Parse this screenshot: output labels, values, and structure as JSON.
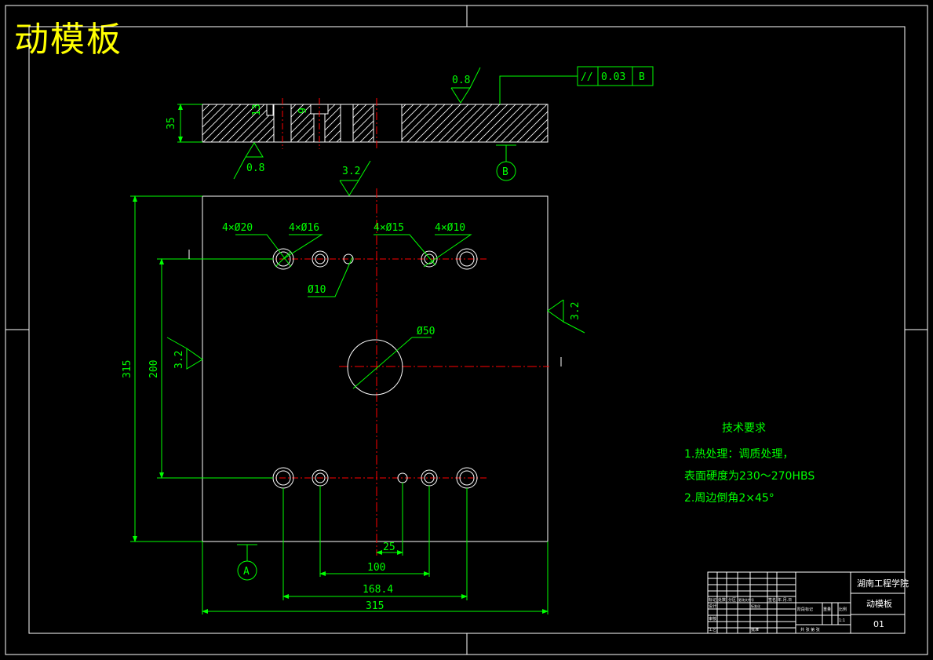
{
  "title": "动模板",
  "colors": {
    "background": "#000000",
    "outline": "#ffffff",
    "dimension": "#00ff00",
    "center_line": "#ff0000",
    "title": "#ffff00"
  },
  "side_view": {
    "thickness": "35",
    "roughness_top": "0.8",
    "roughness_bottom": "0.8",
    "fcf": {
      "symbol": "//",
      "tolerance": "0.03",
      "datum": "B"
    },
    "datum": "B",
    "small_a": "9",
    "small_b": "13"
  },
  "plan_view": {
    "roughness_top": "3.2",
    "roughness_left": "3.2",
    "roughness_right": "3.2",
    "holes": [
      "4×Ø20",
      "4×Ø16",
      "4×Ø15",
      "4×Ø10"
    ],
    "hole_small": "Ø10",
    "center_hole": "Ø50",
    "dims": {
      "height": "315",
      "inner_height": "200",
      "width": "315",
      "d168": "168.4",
      "d100": "100",
      "d25": "25"
    },
    "datum": "A"
  },
  "tech": {
    "heading": "技术要求",
    "lines": [
      "1.热处理：调质处理，",
      "表面硬度为230～270HBS",
      "2.周边倒角2×45°"
    ]
  },
  "title_block": {
    "school": "湖南工程学院",
    "part": "动模板",
    "number": "01",
    "labels": {
      "mark": "标记",
      "count": "处数",
      "zone": "分区",
      "change_no": "更改文件号",
      "signature": "签名",
      "date": "年.月.日",
      "design": "设计",
      "standardize": "标准化",
      "stage_mark": "阶段标记",
      "weight": "重量",
      "scale": "比例",
      "review": "审核",
      "process": "工艺",
      "approve": "批准",
      "total_sheets": "共  张  第  张",
      "scale_value": "1:1"
    }
  }
}
